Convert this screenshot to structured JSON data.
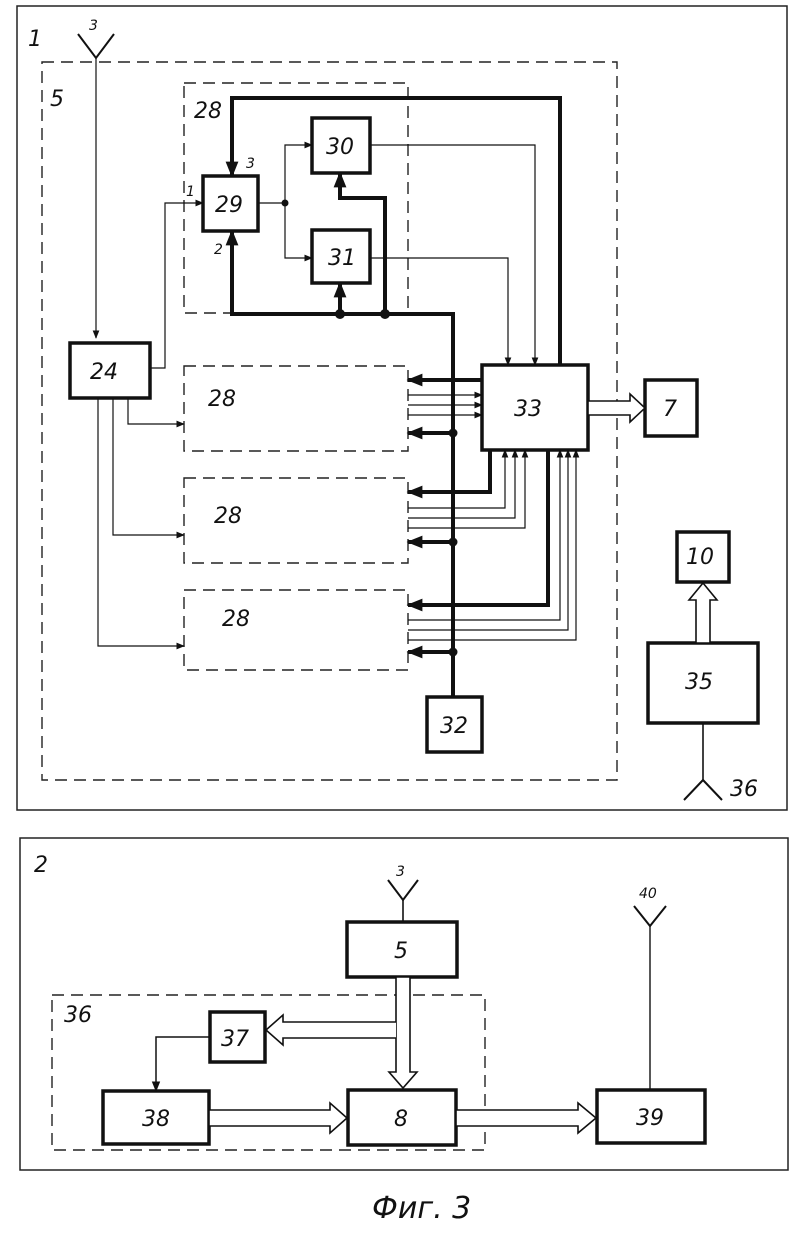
{
  "panels": {
    "top_id": "1",
    "bottom_id": "2"
  },
  "top": {
    "antenna_in": "3",
    "region_5": "5",
    "b24": "24",
    "b28_outer": "28",
    "b28_a": "28",
    "b28_b": "28",
    "b28_c": "28",
    "b29": "29",
    "b30": "30",
    "b31": "31",
    "b32": "32",
    "b33": "33",
    "b7": "7",
    "b10": "10",
    "b35": "35",
    "antenna_36": "36",
    "input_1": "1",
    "input_2": "2",
    "input_3": "3"
  },
  "bottom": {
    "antenna_in": "3",
    "b5": "5",
    "region_36": "36",
    "b37": "37",
    "b38": "38",
    "b8": "8",
    "b39": "39",
    "antenna_40": "40"
  },
  "caption": "Фиг. 3"
}
